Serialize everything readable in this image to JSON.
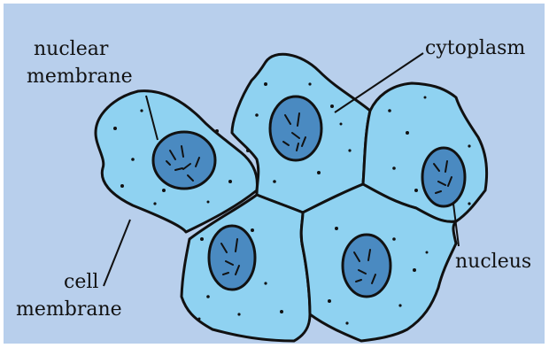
{
  "labels": {
    "nuclear_line1": "nuclear",
    "nuclear_line2": "membrane",
    "cytoplasm": "cytoplasm",
    "nucleus": "nucleus",
    "cell_line1": "cell",
    "cell_line2": "membrane"
  },
  "colors": {
    "background": "#b8cfec",
    "cytoplasm": "#8fd2f1",
    "nucleus": "#4a8ac1",
    "outline": "#111111"
  }
}
